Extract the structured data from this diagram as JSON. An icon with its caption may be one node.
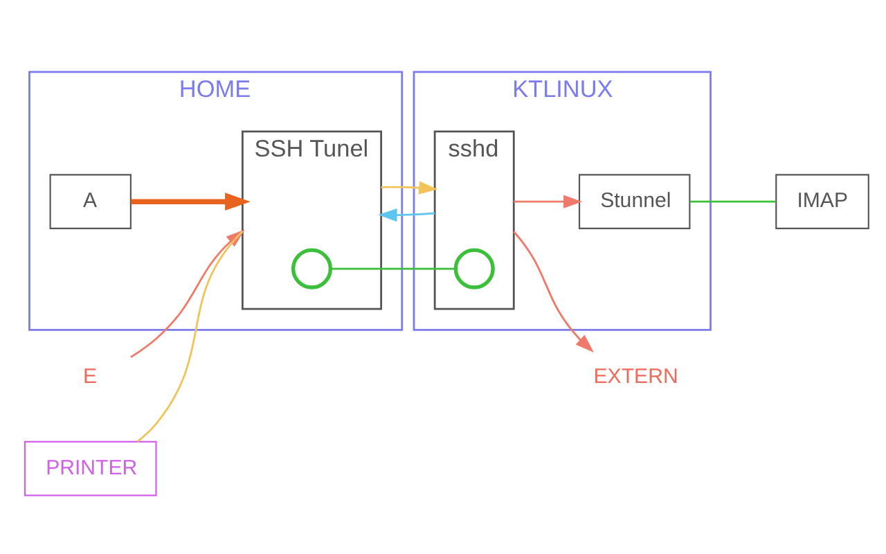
{
  "diagram": {
    "nodes": [
      {
        "text": [
          "HOME"
        ]
      },
      {
        "text": [
          "A"
        ],
        "in": 0
      },
      {
        "text": [
          "SSH Tunel"
        ],
        "in": 0
      },
      {
        "text": [],
        "shape": "circle",
        "in": 2
      },
      {
        "text": [
          "E"
        ]
      },
      {
        "text": [
          "PRINTER"
        ]
      },
      {
        "text": [
          "KTLINUX"
        ]
      },
      {
        "text": [
          "sshd"
        ],
        "in": 6
      },
      {
        "text": [],
        "shape": "circle",
        "in": 7
      },
      {
        "text": [
          "EXTERN"
        ]
      },
      {
        "text": [
          "Stunnel"
        ],
        "in": 6
      },
      {
        "text": [
          "IMAP"
        ]
      }
    ],
    "edges": [
      {
        "from": 1,
        "to": 2,
        "arrow": "to",
        "style": "thick",
        "color": "#e8641e"
      },
      {
        "from": 4,
        "to": 2,
        "arrow": "to",
        "color": "#f07a6a"
      },
      {
        "from": 5,
        "to": 2,
        "arrow": "none",
        "color": "#f2c35a"
      },
      {
        "from": 2,
        "to": 7,
        "arrow": "to",
        "color": "#f2c35a"
      },
      {
        "from": 7,
        "to": 2,
        "arrow": "to",
        "color": "#5ec4f0"
      },
      {
        "from": 3,
        "to": 8,
        "arrow": "none",
        "color": "#3cc03c"
      },
      {
        "from": 7,
        "to": 9,
        "arrow": "to",
        "color": "#f07a6a"
      },
      {
        "from": 7,
        "to": 10,
        "arrow": "to",
        "color": "#f07a6a"
      },
      {
        "from": 10,
        "to": 11,
        "arrow": "none",
        "color": "#3cc03c"
      }
    ]
  }
}
